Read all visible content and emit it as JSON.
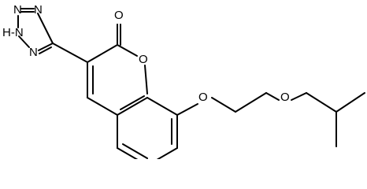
{
  "atoms": {
    "carbonyl_oxygen": "O",
    "ring_oxygen": "O",
    "ether_oxygen_1": "O",
    "ether_oxygen_2": "O",
    "tetrazole_n1": "N",
    "tetrazole_n2": "N",
    "tetrazole_nh": "H-N",
    "tetrazole_n4": "N"
  },
  "colors": {
    "ink": "#000000",
    "background": "#ffffff"
  }
}
